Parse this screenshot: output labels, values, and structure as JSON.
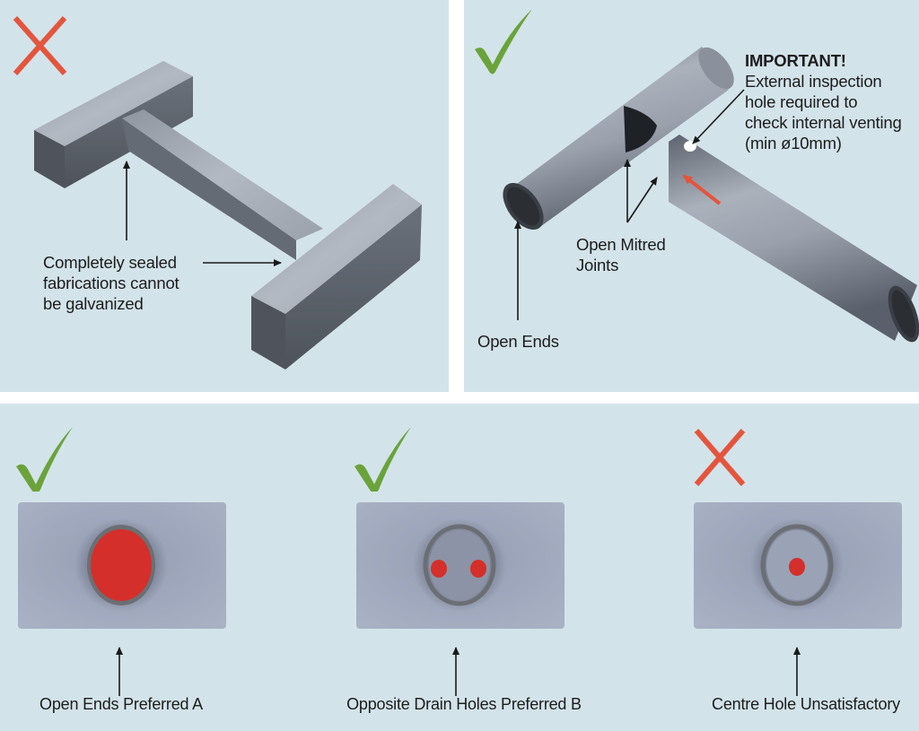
{
  "colors": {
    "background": "#d3e3ea",
    "cross": "#e4553d",
    "check": "#6aa33a",
    "steel_light": "#a6adb8",
    "steel_dark": "#5f6570",
    "highlight_red": "#d42f2a",
    "text": "#1c1c1c"
  },
  "top_left": {
    "verdict_icon": "cross-icon",
    "verdict": "incorrect",
    "label_lines": [
      "Completely sealed",
      "fabrications cannot",
      "be galvanized"
    ]
  },
  "top_right": {
    "verdict_icon": "check-icon",
    "verdict": "correct",
    "important_heading": "IMPORTANT!",
    "important_lines": [
      "External inspection",
      "hole required to",
      "check internal venting",
      "(min ø10mm)"
    ],
    "mitred_label_lines": [
      "Open Mitred",
      "Joints"
    ],
    "open_ends_label": "Open Ends"
  },
  "bottom": {
    "examples": [
      {
        "verdict_icon": "check-icon",
        "verdict": "correct",
        "caption": "Open Ends Preferred A",
        "holes": "full-open-end"
      },
      {
        "verdict_icon": "check-icon",
        "verdict": "correct",
        "caption": "Opposite Drain Holes Preferred B",
        "holes": "two-opposite"
      },
      {
        "verdict_icon": "cross-icon",
        "verdict": "incorrect",
        "caption": "Centre Hole Unsatisfactory",
        "holes": "single-centre"
      }
    ]
  }
}
